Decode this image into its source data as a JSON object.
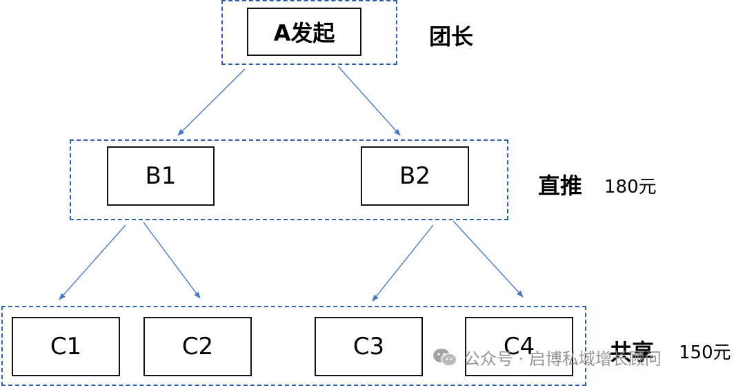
{
  "nodes": {
    "a": "A发起",
    "b1": "B1",
    "b2": "B2",
    "c1": "C1",
    "c2": "C2",
    "c3": "C3",
    "c4": "C4"
  },
  "roles": {
    "leader": "团长",
    "direct": "直推",
    "direct_amount": "180元",
    "share": "共享",
    "share_amount": "150元"
  },
  "watermark": {
    "text": "公众号 · 启博私域增长顾问",
    "icon": "wechat-icon"
  },
  "colors": {
    "group_border": "#2e5ea8",
    "arrow": "#4a78c0",
    "node_border": "#111111"
  }
}
